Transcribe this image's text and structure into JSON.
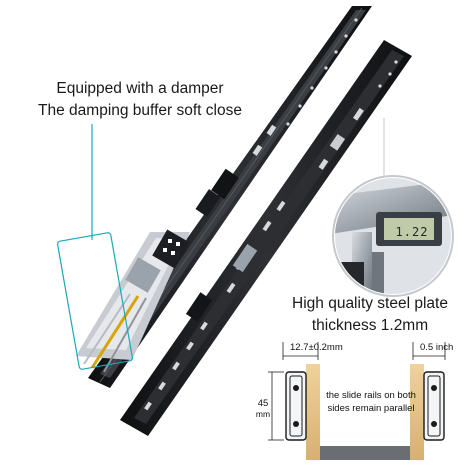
{
  "captions": {
    "damper_line1": "Equipped with a damper",
    "damper_line2": "The damping buffer soft close",
    "steel_line1": "High quality steel plate",
    "steel_line2": "thickness 1.2mm"
  },
  "dimensions": {
    "left_gap": "12.7±0.2mm",
    "right_gap": "0.5 inch",
    "height_value": "45",
    "height_unit": "mm",
    "parallel_note": "the slide rails on both sides remain parallel"
  },
  "caliper": {
    "reading": "1.22"
  },
  "colors": {
    "rail_black": "#1c1d20",
    "callout_teal": "#18a9b8",
    "wood": "#e8c690",
    "steel": "#aeb4ba"
  }
}
